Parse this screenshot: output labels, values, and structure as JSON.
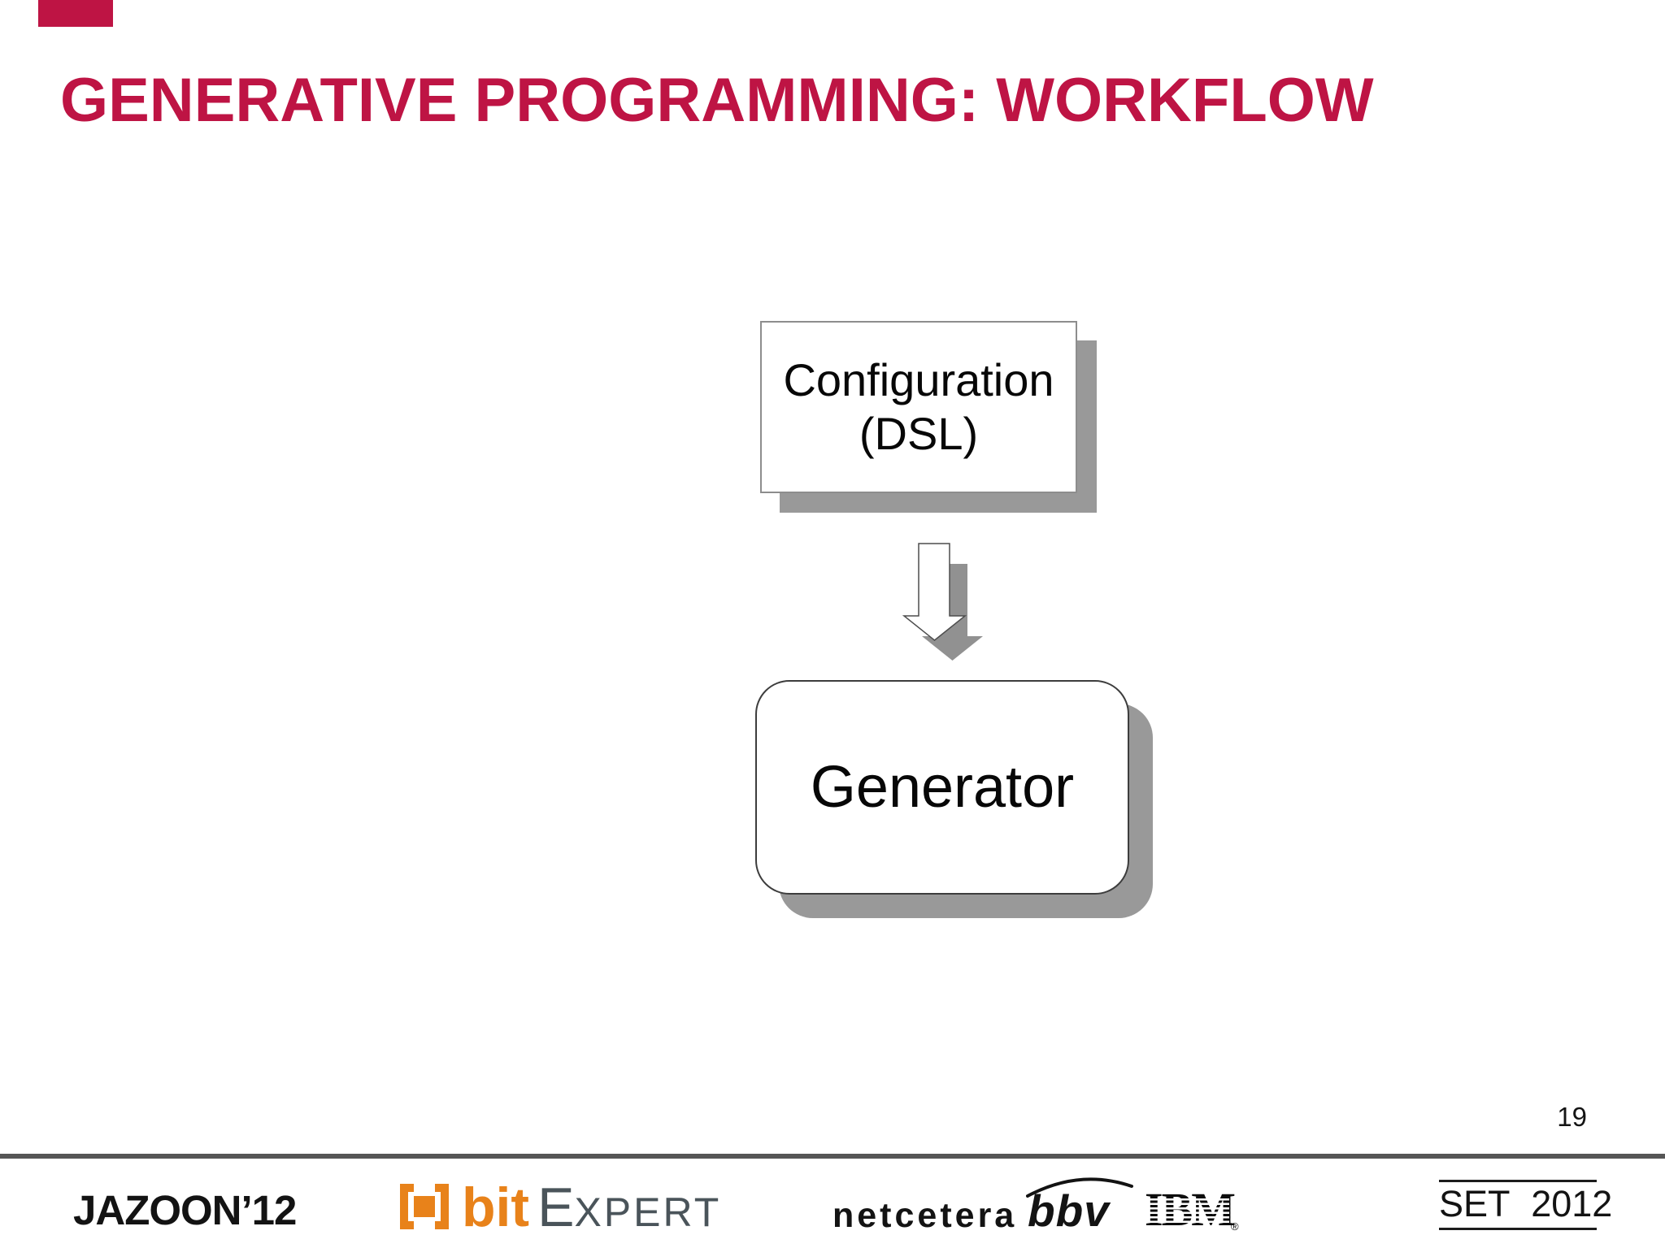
{
  "slide": {
    "title": "GENERATIVE PROGRAMMING: WORKFLOW",
    "page_number": "19"
  },
  "diagram": {
    "config_box": {
      "line1": "Configuration",
      "line2": "(DSL)"
    },
    "generator_box": {
      "label": "Generator"
    },
    "arrow": {
      "direction": "down"
    }
  },
  "footer": {
    "jazoon": "JAZOON’12",
    "bitexpert": {
      "bit": "bit",
      "expert_initial": "E",
      "expert_rest": "XPERT"
    },
    "netcetera": "netcetera",
    "bbv": "bbv",
    "ibm": "IBM",
    "ibm_registered": "®",
    "set2012": "SET 2012"
  },
  "colors": {
    "title_red": "#BE1444",
    "accent_red": "#BE1444",
    "bitexpert_orange": "#E8821A",
    "expert_gray": "#4A545A",
    "shadow_gray": "#999999",
    "footer_line_gray": "#565656"
  }
}
